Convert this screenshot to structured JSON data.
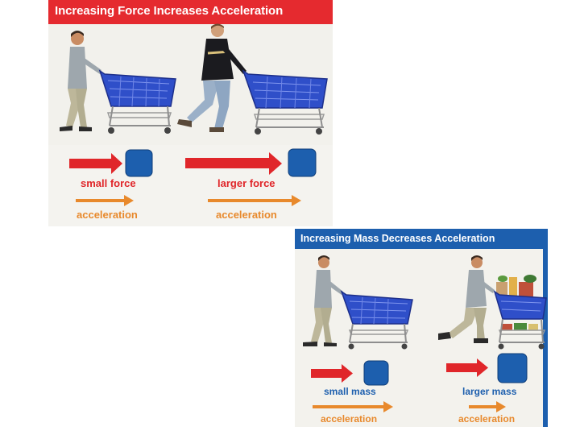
{
  "panel_force": {
    "title": "Increasing Force Increases Acceleration",
    "left_label": "small force",
    "right_label": "larger force",
    "left_accel_label": "acceleration",
    "right_accel_label": "acceleration"
  },
  "panel_mass": {
    "title": "Increasing Mass Decreases Acceleration",
    "left_label": "small mass",
    "right_label": "larger mass",
    "left_accel_label": "acceleration",
    "right_accel_label": "acceleration"
  },
  "colors": {
    "force_title_bar": "#e52a2f",
    "mass_title_bar": "#1d5fae",
    "force_arrow": "#e0262a",
    "acceleration_arrow": "#e8892c",
    "object_square": "#1d5fae",
    "cart": "#2f4fc9"
  }
}
